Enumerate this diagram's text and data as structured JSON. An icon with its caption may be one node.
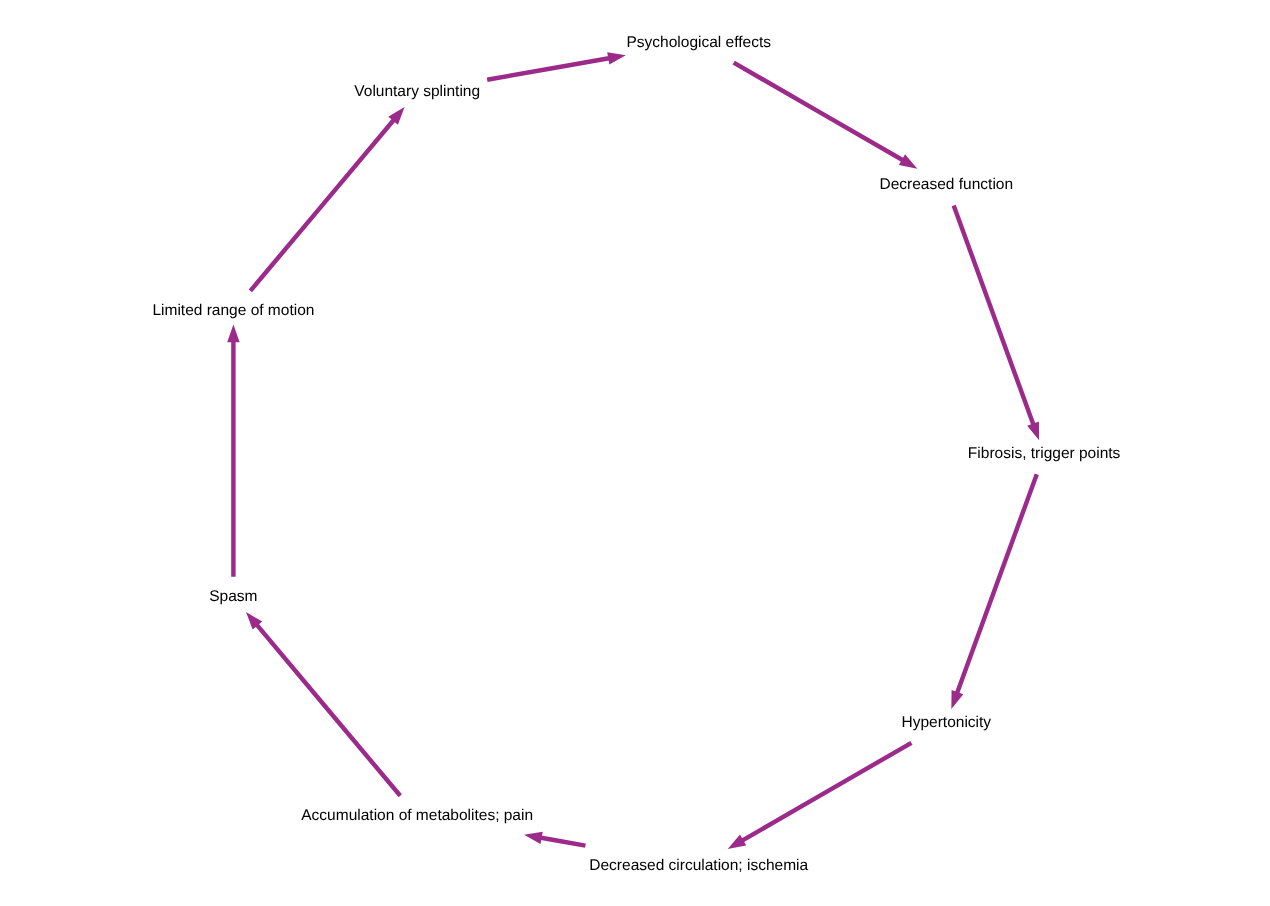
{
  "diagram": {
    "nodes": [
      {
        "text": [
          "Hypertonicity"
        ]
      },
      {
        "text": [
          "Decreased circulation; ischemia"
        ]
      },
      {
        "text": [
          "Accumulation of metabolites; pain"
        ]
      },
      {
        "text": [
          "Spasm"
        ]
      },
      {
        "text": [
          "Limited range of motion"
        ]
      },
      {
        "text": [
          "Voluntary splinting"
        ]
      },
      {
        "text": [
          "Psychological effects"
        ]
      },
      {
        "text": [
          "Decreased function"
        ]
      },
      {
        "text": [
          "Fibrosis, trigger points"
        ]
      }
    ],
    "edges": [
      {
        "from": 0,
        "to": 1,
        "arrow": "to"
      },
      {
        "from": 1,
        "to": 2,
        "arrow": "to"
      },
      {
        "from": 2,
        "to": 3,
        "arrow": "to"
      },
      {
        "from": 3,
        "to": 4,
        "arrow": "to"
      },
      {
        "from": 4,
        "to": 5,
        "arrow": "to"
      },
      {
        "from": 5,
        "to": 6,
        "arrow": "to"
      },
      {
        "from": 6,
        "to": 7,
        "arrow": "to"
      },
      {
        "from": 7,
        "to": 8,
        "arrow": "to"
      },
      {
        "from": 8,
        "to": 0,
        "arrow": "to"
      }
    ]
  }
}
